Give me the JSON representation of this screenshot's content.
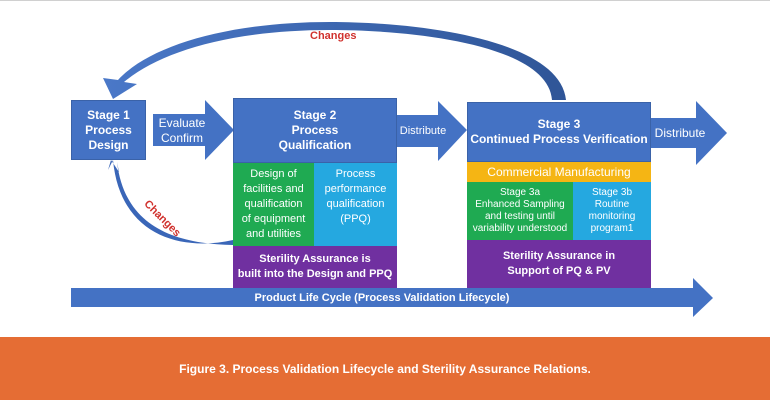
{
  "diagram": {
    "stage1": {
      "line1": "Stage 1",
      "line2": "Process",
      "line3": "Design"
    },
    "arrow1": {
      "line1": "Evaluate",
      "line2": "Confirm"
    },
    "stage2": {
      "line1": "Stage 2",
      "line2": "Process",
      "line3": "Qualification",
      "left_cell": [
        "Design of",
        "facilities and",
        "qualification",
        "of equipment",
        "and utilities"
      ],
      "right_cell": [
        "Process",
        "performance",
        "qualification",
        "(PPQ)"
      ],
      "sterility": [
        "Sterility Assurance is",
        "built into the Design and PPQ"
      ]
    },
    "arrow2": {
      "label": "Distribute"
    },
    "stage3": {
      "line1": "Stage 3",
      "line2": "Continued Process Verification",
      "commercial": "Commercial Manufacturing",
      "left_cell": [
        "Stage 3a",
        "Enhanced Sampling",
        "and testing until",
        "variability understood"
      ],
      "right_cell": [
        "Stage 3b",
        "Routine",
        "monitoring",
        "program1"
      ],
      "sterility": [
        "Sterility Assurance in",
        "Support of PQ & PV"
      ]
    },
    "arrow3": {
      "label": "Distribute"
    },
    "changes_top": "Changes",
    "changes_left": "Changes",
    "lifecycle": "Product Life Cycle (Process Validation Lifecycle)"
  },
  "caption": "Figure 3. Process Validation Lifecycle and Sterility Assurance Relations.",
  "colors": {
    "blue": "#4472c4",
    "green": "#1faa52",
    "cyan": "#25a8e0",
    "purple": "#7030a0",
    "gold": "#f5b514",
    "orange": "#e56d34",
    "red_text": "#d0312d"
  }
}
